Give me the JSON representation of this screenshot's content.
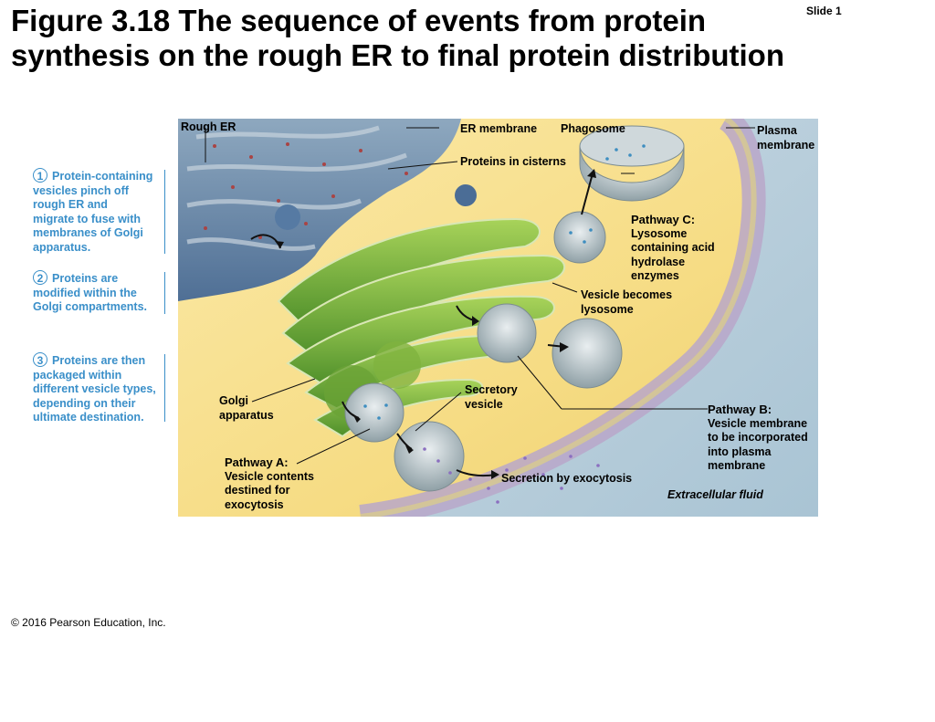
{
  "title": {
    "line1": "Figure 3.18 The sequence of events from protein",
    "line2": "synthesis on the rough ER to final protein distribution"
  },
  "slide_label": "Slide 1",
  "copyright": "© 2016 Pearson Education, Inc.",
  "steps": [
    {
      "number": "1",
      "lines": [
        "Protein-containing",
        "vesicles pinch off",
        "rough ER and",
        "migrate to fuse with",
        "membranes of Golgi",
        "apparatus."
      ]
    },
    {
      "number": "2",
      "lines": [
        "Proteins are",
        "modified within the",
        "Golgi compartments."
      ]
    },
    {
      "number": "3",
      "lines": [
        "Proteins are then",
        "packaged within",
        "different vesicle types,",
        "depending on their",
        "ultimate destination."
      ]
    }
  ],
  "labels": {
    "rough_er": "Rough ER",
    "er_membrane": "ER membrane",
    "phagosome": "Phagosome",
    "plasma_membrane": [
      "Plasma",
      "membrane"
    ],
    "proteins_in_cisterns": "Proteins in cisterns",
    "pathway_c": {
      "heading": "Pathway C:",
      "lines": [
        "Lysosome",
        "containing acid",
        "hydrolase",
        "enzymes"
      ]
    },
    "vesicle_becomes_lysosome": [
      "Vesicle becomes",
      "lysosome"
    ],
    "secretory_vesicle": [
      "Secretory",
      "vesicle"
    ],
    "golgi_apparatus": [
      "Golgi",
      "apparatus"
    ],
    "pathway_b": {
      "heading": "Pathway B:",
      "lines": [
        "Vesicle membrane",
        "to be incorporated",
        "into plasma",
        "membrane"
      ]
    },
    "pathway_a": {
      "heading": "Pathway A:",
      "lines": [
        "Vesicle contents",
        "destined for",
        "exocytosis"
      ]
    },
    "secretion": "Secretion by exocytosis",
    "extracellular_fluid": "Extracellular fluid"
  }
}
